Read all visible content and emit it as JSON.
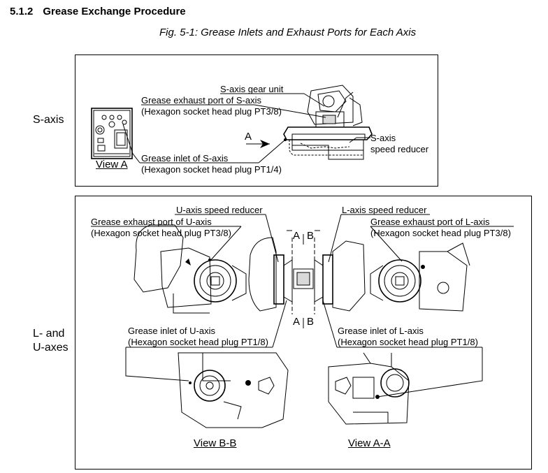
{
  "section": {
    "number": "5.1.2",
    "title": "Grease Exchange Procedure"
  },
  "figure_caption": "Fig. 5-1: Grease Inlets and Exhaust Ports for Each Axis",
  "s_axis": {
    "axis_label": "S-axis",
    "gear_unit": "S-axis gear unit",
    "exhaust_line1": "Grease exhaust port of S-axis",
    "exhaust_line2": "(Hexagon socket head plug PT3/8)",
    "inlet_line1": "Grease inlet of S-axis",
    "inlet_line2": "(Hexagon socket head plug PT1/4)",
    "view_label": "View A",
    "arrow_label": "A",
    "reducer_line1": "S-axis",
    "reducer_line2": "speed reducer"
  },
  "lu_axes": {
    "axis_label_line1": "L- and",
    "axis_label_line2": "U-axes",
    "u_reducer": "U-axis speed reducer",
    "l_reducer": "L-axis speed reducer",
    "u_exhaust_line1": "Grease exhaust port of U-axis",
    "u_exhaust_line2": "(Hexagon socket head plug PT3/8)",
    "l_exhaust_line1": "Grease exhaust port of L-axis",
    "l_exhaust_line2": "(Hexagon socket head plug PT3/8)",
    "u_inlet_line1": "Grease inlet of U-axis",
    "u_inlet_line2": "(Hexagon socket head plug PT1/8)",
    "l_inlet_line1": "Grease inlet of L-axis",
    "l_inlet_line2": "(Hexagon socket head plug PT1/8)",
    "section_a": "A",
    "section_b": "B",
    "view_bb": "View B-B",
    "view_aa": "View A-A"
  }
}
